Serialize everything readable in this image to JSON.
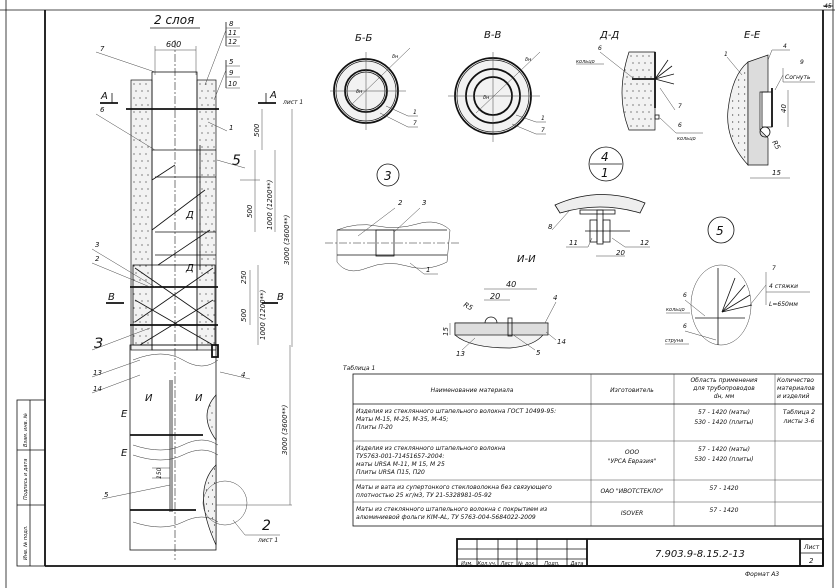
{
  "sheet": {
    "corner_number": "45",
    "format": "Формат А3",
    "side_stamp": [
      "Взам. инв. №",
      "Подпись и дата",
      "Инв. № подл."
    ]
  },
  "title_block": {
    "designation": "7.903.9-8.15.2-13",
    "sheet_label": "Лист",
    "sheet_number": "2",
    "columns": [
      "Изм.",
      "Кол.уч.",
      "Лист",
      "№ док.",
      "Подп.",
      "Дата"
    ]
  },
  "main_view": {
    "title": "2 слоя",
    "dim_width": "600",
    "stack_top": [
      "8",
      "11",
      "12"
    ],
    "stack_mid": [
      "5",
      "9",
      "10"
    ],
    "section_a": "А",
    "section_a_sheet": "лист 1",
    "section_b": "В",
    "section_d": "Д",
    "section_i": "И",
    "section_e": "Е",
    "callout_5": "5",
    "callout_3": "З",
    "callout_2": "2",
    "callout_2_sheet": "лист 1",
    "labels": {
      "l1": "1",
      "l2": "2",
      "l3": "3",
      "l4": "4",
      "l5": "5",
      "l6": "6",
      "l7": "7",
      "l13": "13",
      "l14": "14"
    },
    "dims": {
      "d500a": "500",
      "d500b": "500",
      "d1000a": "1000 (1200**)",
      "d3000a": "3000 (3600**)",
      "d250": "250",
      "d500c": "500",
      "d1000b": "1000 (1200**)",
      "d3000b": "3000 (3600**)",
      "d150": "150"
    }
  },
  "sections": {
    "bb": {
      "title": "Б-Б",
      "l1": "1",
      "l7": "7",
      "dn": "δн",
      "dh": "δн"
    },
    "vv": {
      "title": "В-В",
      "l1": "1",
      "l7": "7",
      "dn": "δн",
      "dh": "δн"
    },
    "dd": {
      "title": "Д-Д",
      "l6a": "6",
      "ring_a": "кольцо",
      "l7": "7",
      "l6b": "6",
      "ring_b": "кольцо"
    },
    "ee": {
      "title": "Е-Е",
      "l1": "1",
      "l4": "4",
      "l9": "9",
      "bend": "Согнуть",
      "d40": "40",
      "r5": "R5",
      "d15": "15"
    },
    "callout_41": {
      "top": "4",
      "bottom": "1"
    },
    "detail3": {
      "title": "3",
      "l1": "1",
      "l2": "2",
      "l3": "3"
    },
    "detail_bolt": {
      "l8": "8",
      "l11": "11",
      "l12": "12",
      "d20": "20"
    },
    "ii": {
      "title": "И-И",
      "d40": "40",
      "d20": "20",
      "r5": "R5",
      "d15": "15",
      "l4": "4",
      "l14": "14",
      "l13": "13",
      "l5": "5"
    },
    "detail5": {
      "title": "5",
      "l7": "7",
      "ties": "4 стяжки",
      "length": "L=650мм",
      "l6a": "6",
      "ring": "кольцо",
      "l6b": "6",
      "string": "струна"
    }
  },
  "table": {
    "caption": "Таблица 1",
    "headers": [
      "Наименование материала",
      "Изготовитель",
      "Область применения для трубопроводов dн, мм",
      "Количество материалов и изделий"
    ],
    "rows": [
      {
        "name": [
          "Изделия из стеклянного штапельного волокна ГОСТ 10499-95:",
          "Маты М-15, М-25, М-35, М-45;",
          "Плиты П-20"
        ],
        "maker": [
          ""
        ],
        "range": [
          "57 - 1420 (маты)",
          "530 - 1420 (плиты)"
        ],
        "qty": [
          "Таблица 2",
          "листы 3-6"
        ]
      },
      {
        "name": [
          "Изделия из стеклянного штапельного волокна",
          "ТУ5763-001-71451657-2004:",
          "маты URSA  М-11, М 15, М 25",
          "Плиты URSA  П15, П20"
        ],
        "maker": [
          "ООО",
          "\"УРСА Евразия\""
        ],
        "range": [
          "57 - 1420 (маты)",
          "530 - 1420 (плиты)"
        ],
        "qty": [
          ""
        ]
      },
      {
        "name": [
          "Маты и вата из супертонкого стекловолокна без связующего",
          "плотностью 25 кг/м3,    ТУ 21-5328981-05-92"
        ],
        "maker": [
          "ОАО \"ИВОТСТЕКЛО\""
        ],
        "range": [
          "57 - 1420"
        ],
        "qty": [
          ""
        ]
      },
      {
        "name": [
          "Маты из стеклянного штапельного волокна с покрытием из",
          "алюминиевой фольги КIМ-AL,    ТУ 5763-004-5684022-2009"
        ],
        "maker": [
          "ISOVER"
        ],
        "range": [
          "57 - 1420"
        ],
        "qty": [
          ""
        ]
      }
    ]
  }
}
